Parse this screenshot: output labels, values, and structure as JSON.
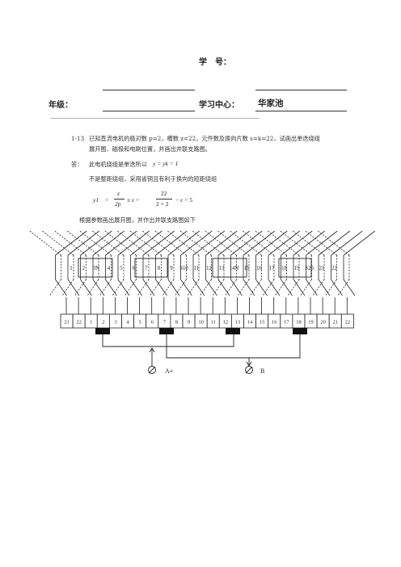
{
  "header": {
    "student_id_label": "学　号：",
    "grade_label": "年级：",
    "center_label": "学习中心：",
    "center_value": "华家池",
    "dash_rule": "———————————————————————————————————————————"
  },
  "problem": {
    "number": "1-13",
    "text_line1": "已知直流电机的极对数 p=2，槽数 z=22，元件数及换向片数 s=k=22，试画出单迭绕组",
    "text_line2": "展开图、磁极和电刷位置，并画出并联支路图。"
  },
  "answer": {
    "label": "答：",
    "line1": "此电机绕组是单迭所以",
    "line1_formula": "y = yk = 1",
    "line2": "不是整距绕组，采用省铜且有利于换向的短距绕组",
    "formula": {
      "y1": "y1",
      "eq": "=",
      "frac1_num": "z",
      "frac1_den": "2p",
      "pm": "± ε =",
      "frac2_num": "22",
      "frac2_den": "2 × 2",
      "tail": "− ε = 5"
    },
    "line3": "根据参数画出展开图，并作出并联支路图如下"
  },
  "diagram": {
    "slot_labels": [
      "1",
      "2",
      "3N",
      "4",
      "5",
      "6",
      "7",
      "8",
      "9",
      "S10",
      "11",
      "12",
      "13",
      "14N",
      "15",
      "16",
      "17",
      "18",
      "19",
      "S20",
      "21",
      "22"
    ],
    "commutator_labels": [
      "21",
      "22",
      "1",
      "2",
      "3",
      "4",
      "5",
      "6",
      "7",
      "8",
      "9",
      "10",
      "11",
      "12",
      "13",
      "14",
      "15",
      "16",
      "17",
      "18",
      "19",
      "20",
      "21",
      "22"
    ],
    "brush_plus": "A+",
    "brush_minus": "B"
  }
}
